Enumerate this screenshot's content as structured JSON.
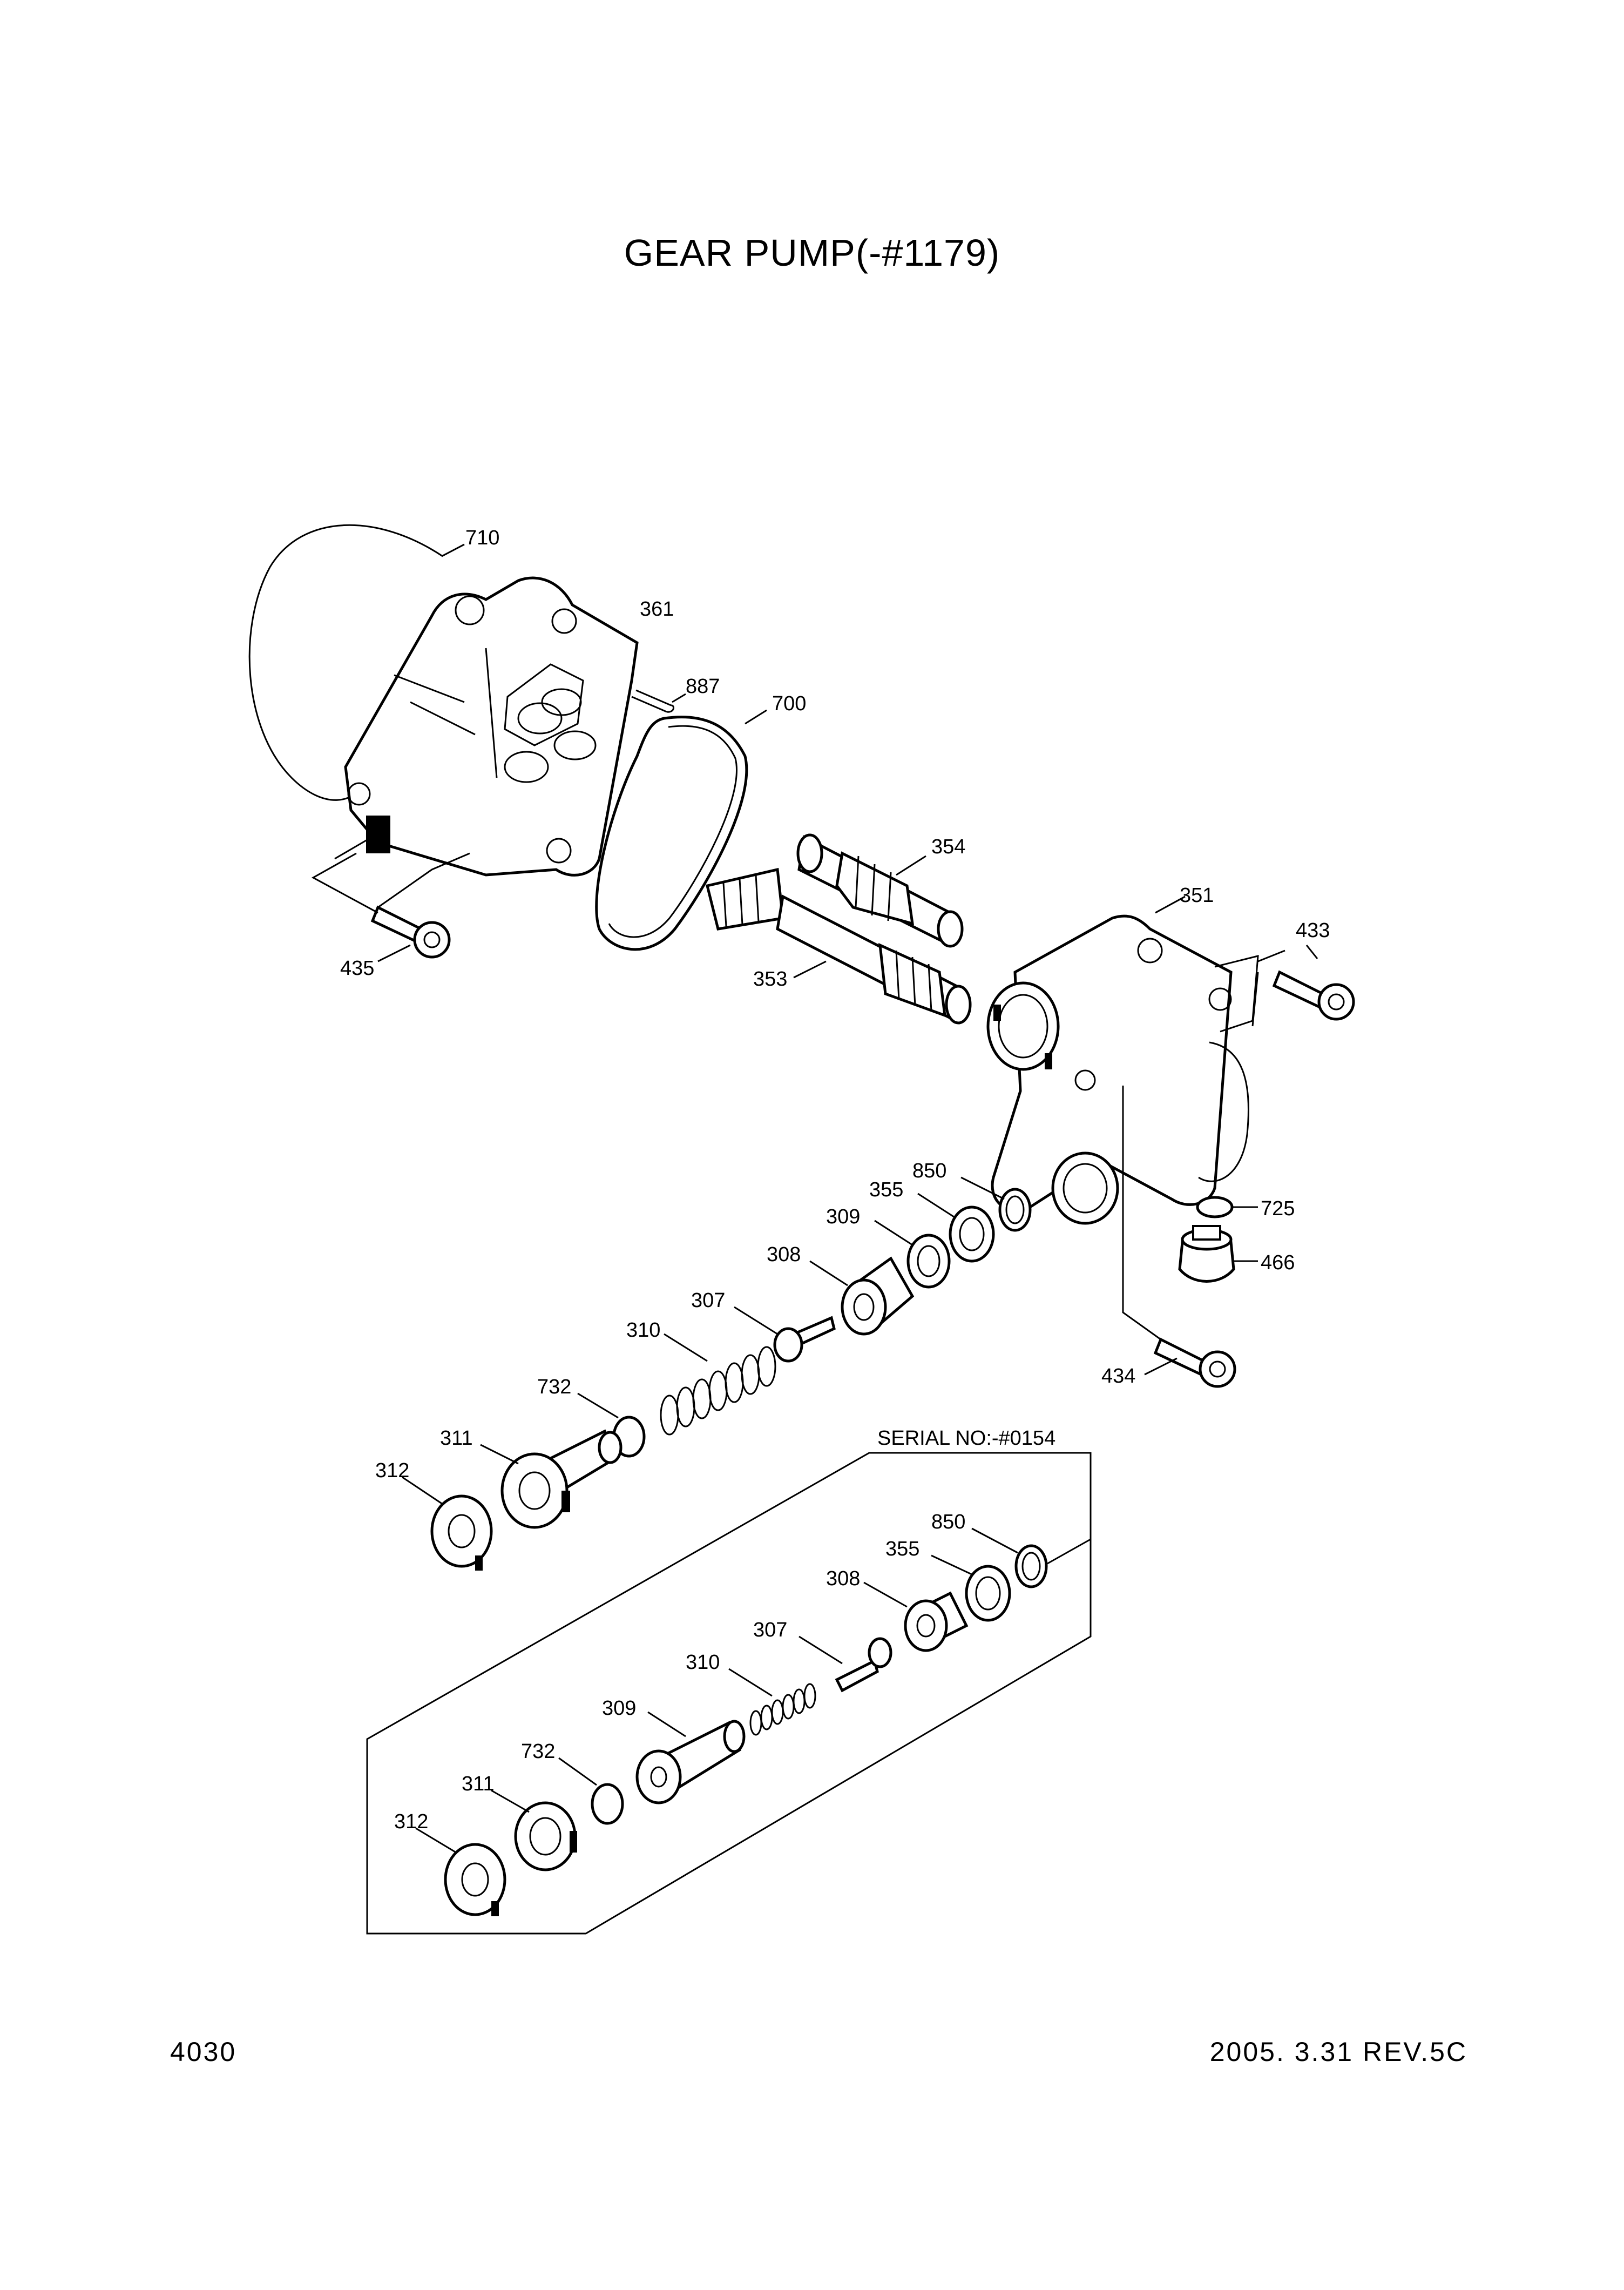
{
  "title": "GEAR PUMP(-#1179)",
  "page_number": "4030",
  "revision": "2005. 3.31  REV.5C",
  "inset_label": "SERIAL NO:-#0154",
  "callouts": {
    "p710": "710",
    "p361": "361",
    "p887": "887",
    "p700": "700",
    "p435": "435",
    "p354": "354",
    "p353": "353",
    "p351": "351",
    "p433": "433",
    "p850": "850",
    "p355": "355",
    "p309": "309",
    "p308": "308",
    "p307": "307",
    "p310": "310",
    "p725": "725",
    "p466": "466",
    "p434": "434",
    "p732": "732",
    "p311": "311",
    "p312": "312"
  },
  "inset_callouts": {
    "p850": "850",
    "p355": "355",
    "p308": "308",
    "p307": "307",
    "p310": "310",
    "p309": "309",
    "p732": "732",
    "p311": "311",
    "p312": "312"
  }
}
